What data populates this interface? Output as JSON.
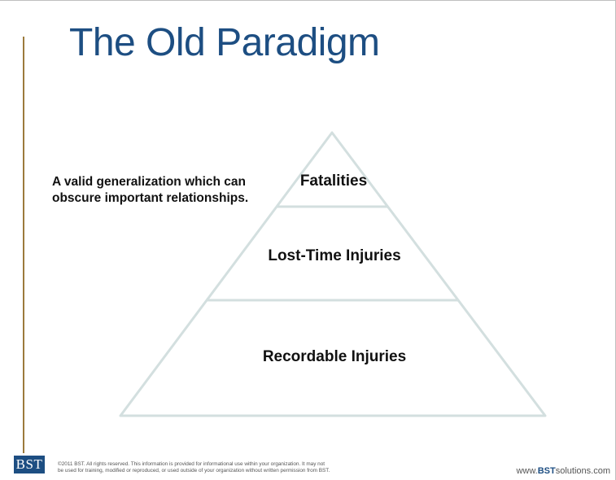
{
  "slide": {
    "title": "The Old Paradigm",
    "annotation": {
      "line1": "A valid generalization which can",
      "line2": "obscure important relationships."
    }
  },
  "pyramid": {
    "tiers": [
      {
        "label": "Fatalities"
      },
      {
        "label": "Lost-Time Injuries"
      },
      {
        "label": "Recordable Injuries"
      }
    ]
  },
  "footer": {
    "logo_text": "BST",
    "copyright_line1": "©2011 BST. All rights reserved. This information is provided for informational use within your organization. It may not",
    "copyright_line2": "be used for training, modified or reproduced, or used outside of your organization without written permission from BST.",
    "website_prefix": "www.",
    "website_brand": "BST",
    "website_suffix": "solutions.com"
  },
  "colors": {
    "title": "#1d4e82",
    "accent_line": "#9c7a3c",
    "pyramid_outline": "#d3dfdf"
  }
}
